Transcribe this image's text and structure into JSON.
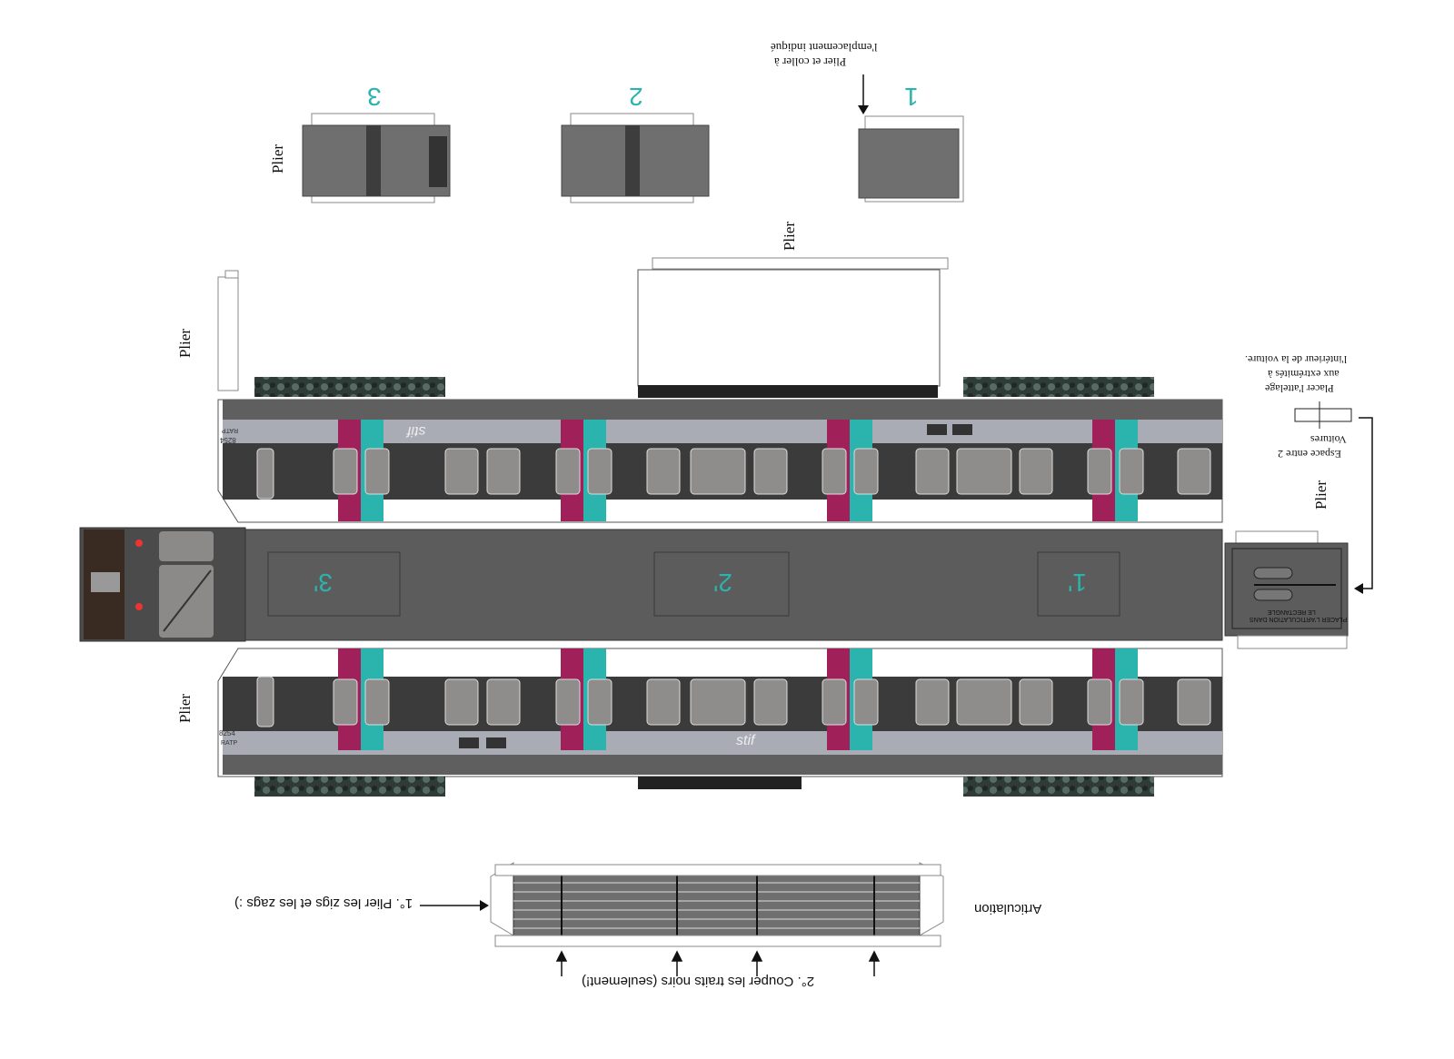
{
  "colors": {
    "body_grey": "#6f6f6f",
    "roof_grey": "#5c5c5c",
    "dark_band": "#3b3b3b",
    "door_magenta": "#a0205a",
    "door_teal": "#2bb3ad",
    "window_grey": "#8e8d8c",
    "silver_band": "#a9abb5",
    "number_teal": "#2bb3ad"
  },
  "labels": {
    "plier": "Plier",
    "fold_glue_line1": "Plier et coller à",
    "fold_glue_line2": "l'emplacement indiqué",
    "coupling_line1": "Placer l'attelage",
    "coupling_line2": "aux extrémités à",
    "coupling_line3": "l'intérieur de la voiture.",
    "space_line1": "Espace entre 2",
    "space_line2": "Voitures",
    "step1": "1°. Plier les zigs et les zags :)",
    "step2": "2°. Couper les traits noirs (seulement!)",
    "articulation": "Articulation",
    "rectangle_note_line1": "PLACER L'ARTICULATION DANS",
    "rectangle_note_line2": "LE RECTANGLE",
    "car_number": "8254",
    "operator": "RATP",
    "brand": "stif"
  },
  "piece_numbers": {
    "top_a": "3",
    "top_b": "2",
    "top_c": "1",
    "roof_a": "3'",
    "roof_b": "2'",
    "roof_c": "1'"
  }
}
